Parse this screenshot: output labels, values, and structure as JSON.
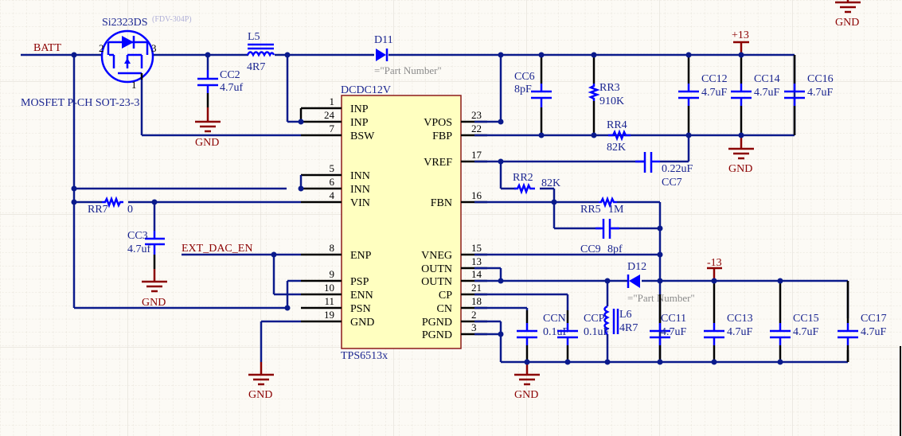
{
  "schematic": {
    "nets": {
      "batt": "BATT",
      "ext_dac_en": "EXT_DAC_EN",
      "gnd": "GND",
      "plus13": "+13",
      "minus13": "-13"
    },
    "mosfet": {
      "ref": "Si2323DS",
      "alt": "(FDV-304P)",
      "desc": "MOSFET P-CH SOT-23-3",
      "pins": [
        "2",
        "3",
        "1"
      ]
    },
    "inductors": [
      {
        "ref": "L5",
        "value": "4R7"
      },
      {
        "ref": "L6",
        "value": "4R7"
      }
    ],
    "diodes": [
      {
        "ref": "D11",
        "part": "=\"Part Number\""
      },
      {
        "ref": "D12",
        "part": "=\"Part Number\""
      }
    ],
    "capacitors": {
      "CC2": {
        "ref": "CC2",
        "value": "4.7uf"
      },
      "CC3": {
        "ref": "CC3",
        "value": "4.7uf"
      },
      "CC6": {
        "ref": "CC6",
        "value": "8pF"
      },
      "CC7": {
        "ref": "CC7",
        "value": "0.22uF"
      },
      "CC9": {
        "ref": "CC9",
        "value": "8pf"
      },
      "CC11": {
        "ref": "CC11",
        "value": "4.7uF"
      },
      "CC12": {
        "ref": "CC12",
        "value": "4.7uF"
      },
      "CC13": {
        "ref": "CC13",
        "value": "4.7uF"
      },
      "CC14": {
        "ref": "CC14",
        "value": "4.7uF"
      },
      "CC15": {
        "ref": "CC15",
        "value": "4.7uF"
      },
      "CC16": {
        "ref": "CC16",
        "value": "4.7uF"
      },
      "CC17": {
        "ref": "CC17",
        "value": "4.7uF"
      },
      "CCN": {
        "ref": "CCN",
        "value": "0.1uF"
      },
      "CCP": {
        "ref": "CCP",
        "value": "0.1uF"
      }
    },
    "resistors": {
      "RR2": {
        "ref": "RR2",
        "value": "82K"
      },
      "RR3": {
        "ref": "RR3",
        "value": "910K"
      },
      "RR4": {
        "ref": "RR4",
        "value": "82K"
      },
      "RR5": {
        "ref": "RR5",
        "value": "1M"
      },
      "RR7": {
        "ref": "RR7",
        "value": "0"
      }
    },
    "ic": {
      "designator": "DCDC12V",
      "part": "TPS6513x",
      "left_pins": [
        {
          "no": "1",
          "name": "INP"
        },
        {
          "no": "24",
          "name": "INP"
        },
        {
          "no": "7",
          "name": "BSW"
        },
        {
          "no": "5",
          "name": "INN"
        },
        {
          "no": "6",
          "name": "INN"
        },
        {
          "no": "4",
          "name": "VIN"
        },
        {
          "no": "8",
          "name": "ENP"
        },
        {
          "no": "9",
          "name": "PSP"
        },
        {
          "no": "10",
          "name": "ENN"
        },
        {
          "no": "11",
          "name": "PSN"
        },
        {
          "no": "19",
          "name": "GND"
        }
      ],
      "right_pins": [
        {
          "no": "23",
          "name": "VPOS"
        },
        {
          "no": "22",
          "name": "FBP"
        },
        {
          "no": "17",
          "name": "VREF"
        },
        {
          "no": "16",
          "name": "FBN"
        },
        {
          "no": "15",
          "name": "VNEG"
        },
        {
          "no": "13",
          "name": "OUTN"
        },
        {
          "no": "14",
          "name": "OUTN"
        },
        {
          "no": "21",
          "name": "CP"
        },
        {
          "no": "18",
          "name": "CN"
        },
        {
          "no": "2",
          "name": "PGND"
        },
        {
          "no": "3",
          "name": "PGND"
        }
      ]
    }
  }
}
